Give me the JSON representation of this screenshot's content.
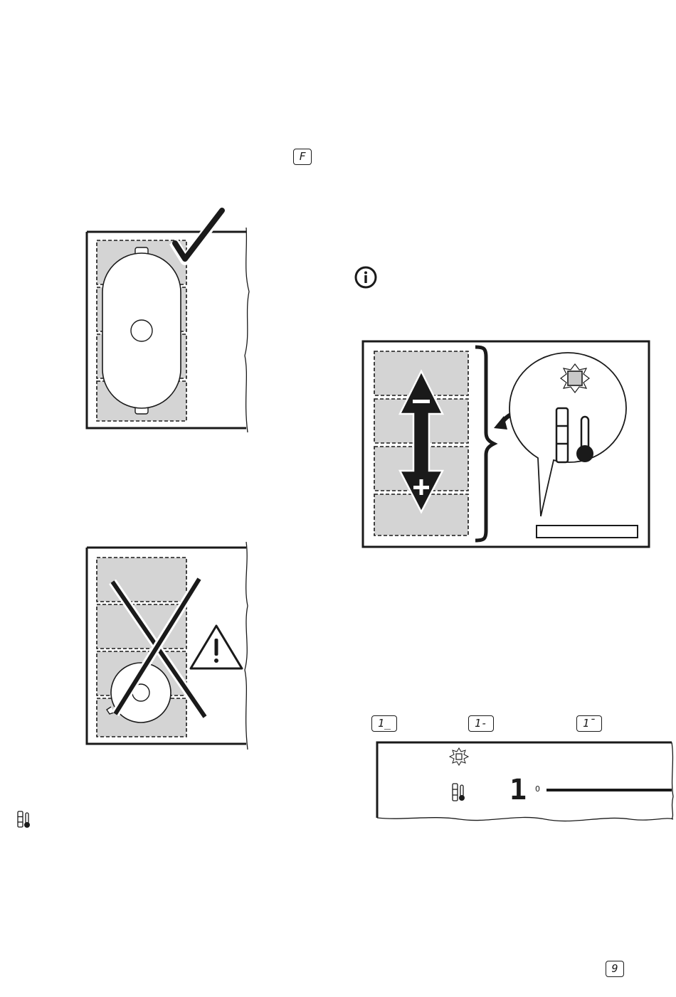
{
  "indicators": {
    "function_key": "F",
    "level_low": "1_",
    "level_mid": "1-",
    "level_high": "1¯",
    "display_digit": "1",
    "slider_zero": "0",
    "page_number": "9"
  }
}
